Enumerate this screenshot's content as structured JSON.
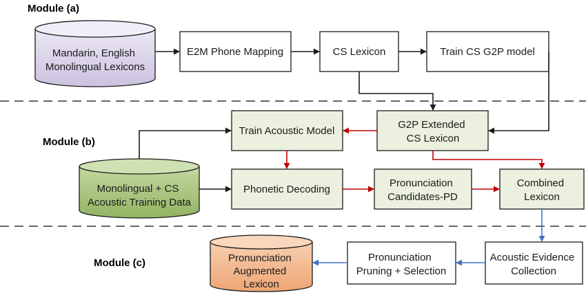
{
  "modules": {
    "a": "Module (a)",
    "b": "Module (b)",
    "c": "Module (c)"
  },
  "nodes": {
    "lexicons": [
      "Mandarin, English",
      "Monolingual Lexicons"
    ],
    "e2m": [
      "E2M Phone Mapping"
    ],
    "cs_lexicon": [
      "CS Lexicon"
    ],
    "train_g2p": [
      "Train CS G2P model"
    ],
    "g2p_extended": [
      "G2P Extended",
      "CS Lexicon"
    ],
    "train_acoustic": [
      "Train Acoustic Model"
    ],
    "training_data": [
      "Monolingual + CS",
      "Acoustic Training Data"
    ],
    "phonetic_decoding": [
      "Phonetic Decoding"
    ],
    "pron_candidates": [
      "Pronunciation",
      "Candidates-PD"
    ],
    "combined": [
      "Combined",
      "Lexicon"
    ],
    "acoustic_evidence": [
      "Acoustic Evidence",
      "Collection"
    ],
    "pruning": [
      "Pronunciation",
      "Pruning + Selection"
    ],
    "augmented": [
      "Pronunciation",
      "Augmented",
      "Lexicon"
    ]
  },
  "colors": {
    "black_arrow": "#1a1a1a",
    "red_arrow": "#c00000",
    "blue_arrow": "#4472c4",
    "lexicon_db_fill": "#d9d3e8",
    "training_db_fill": "#a9c47f",
    "augmented_db_fill": "#f4b183",
    "module_b_box_fill": "#ebf1de",
    "white_box_fill": "#ffffff"
  }
}
